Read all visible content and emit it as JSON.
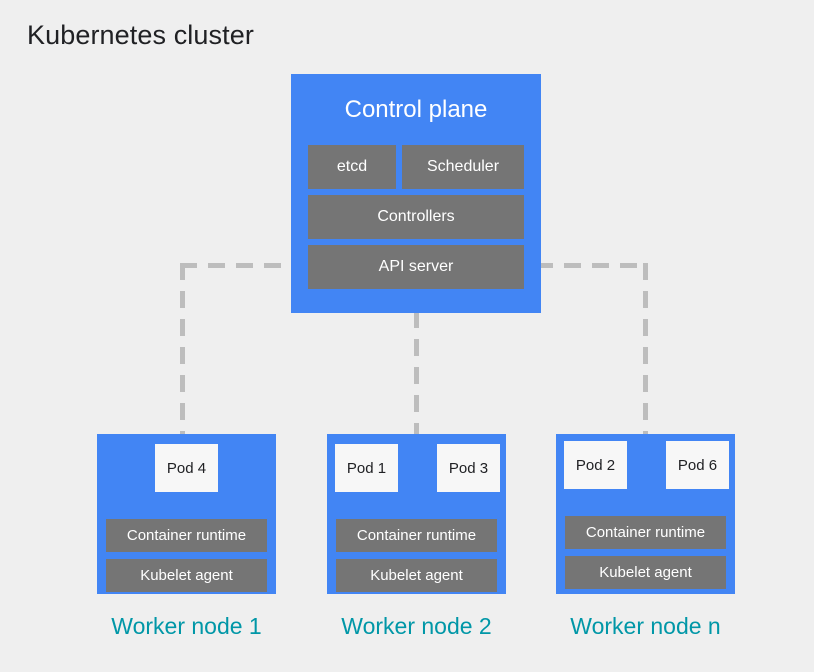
{
  "diagram": {
    "title": "Kubernetes cluster",
    "background_color": "#efefef",
    "accent_blue": "#4285f4",
    "component_gray": "#757575",
    "caption_teal": "#0097a7",
    "connector_gray": "#bdbdbd"
  },
  "control_plane": {
    "title": "Control plane",
    "components": [
      {
        "label": "etcd"
      },
      {
        "label": "Scheduler"
      },
      {
        "label": "Controllers"
      },
      {
        "label": "API server"
      }
    ]
  },
  "worker_nodes": [
    {
      "caption": "Worker node 1",
      "pods": [
        {
          "label": "Pod 4"
        }
      ],
      "runtime_label": "Container runtime",
      "kubelet_label": "Kubelet agent"
    },
    {
      "caption": "Worker node 2",
      "pods": [
        {
          "label": "Pod 1"
        },
        {
          "label": "Pod 3"
        }
      ],
      "runtime_label": "Container runtime",
      "kubelet_label": "Kubelet agent"
    },
    {
      "caption": "Worker node n",
      "pods": [
        {
          "label": "Pod 2"
        },
        {
          "label": "Pod 6"
        }
      ],
      "runtime_label": "Container runtime",
      "kubelet_label": "Kubelet agent"
    }
  ]
}
